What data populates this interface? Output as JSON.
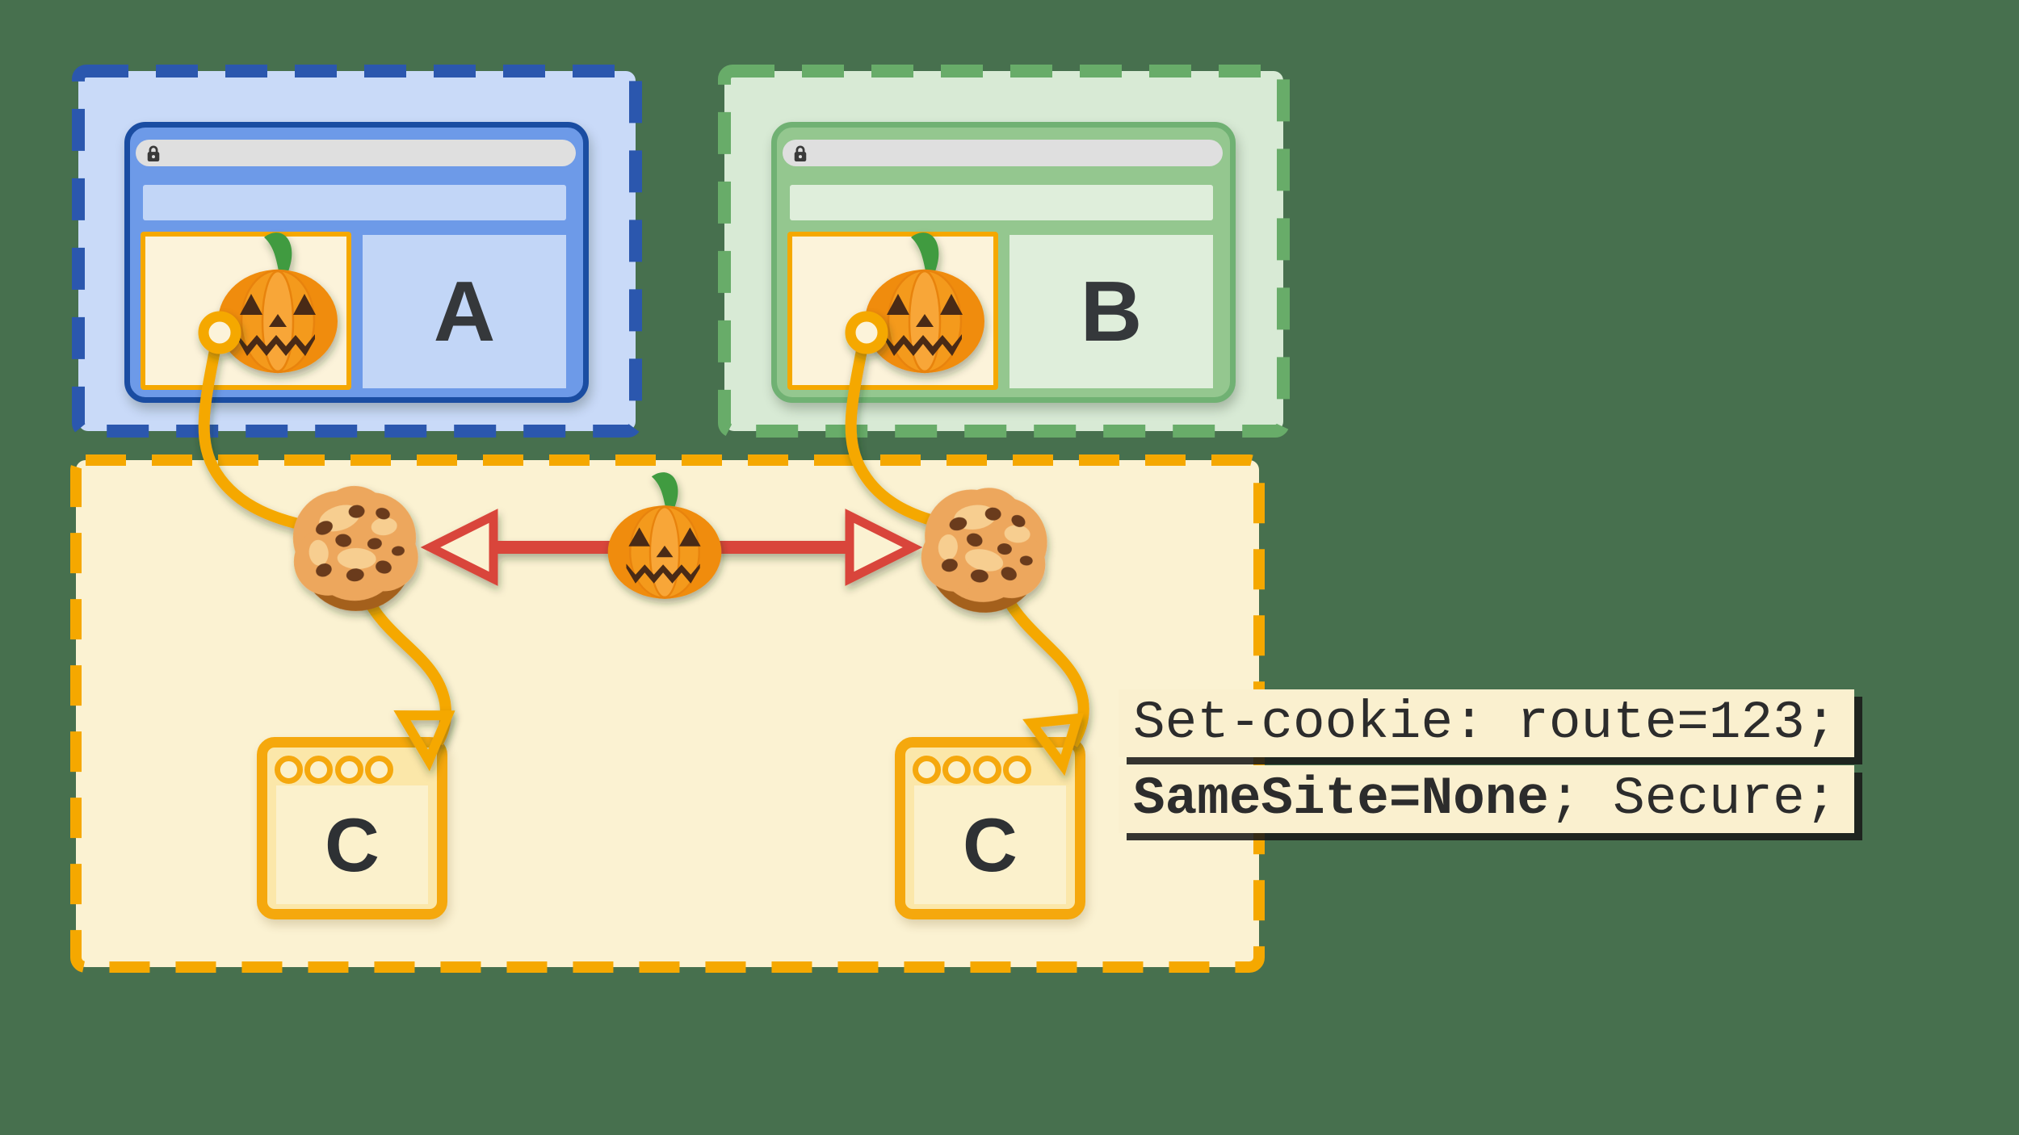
{
  "diagram": {
    "title_semantic": "third-party cookie shared across two sites",
    "background_color": "#47704E",
    "site_a": {
      "label": "A",
      "dash_color": "#2B57AE",
      "fill_color": "#C9DAF8",
      "window_fill": "#6D9AE8",
      "window_border": "#1A4DA2",
      "url_value": "",
      "embedded_frame": "pumpkin-ad-iframe"
    },
    "site_b": {
      "label": "B",
      "dash_color": "#68AC69",
      "fill_color": "#D8EAD5",
      "window_fill": "#94C78F",
      "window_border": "#70B173",
      "url_value": "",
      "embedded_frame": "pumpkin-ad-iframe"
    },
    "third_party": {
      "dash_color": "#F5A800",
      "fill_color": "#FBF2D2",
      "frames": [
        {
          "label": "C"
        },
        {
          "label": "C"
        }
      ]
    },
    "cookie_header": {
      "line1": "Set-cookie: route=123;",
      "line2_bold": "SameSite=None",
      "line2_rest": "; Secure;",
      "bg_color": "#FAF0CF",
      "text_color": "#2C2C2C",
      "shadow_color": "#191919"
    },
    "icons": {
      "lock": "lock-icon",
      "pumpkin": "jack-o-lantern-icon",
      "cookie": "cookie-icon",
      "anchor_ring": "link-origin-ring",
      "flow_arrow": "amber-curve-arrow",
      "exchange_arrow": "red-double-headed-arrow"
    },
    "accent_colors": {
      "amber": "#F5A800",
      "red": "#D9453B",
      "cream": "#FBF2D2"
    }
  }
}
